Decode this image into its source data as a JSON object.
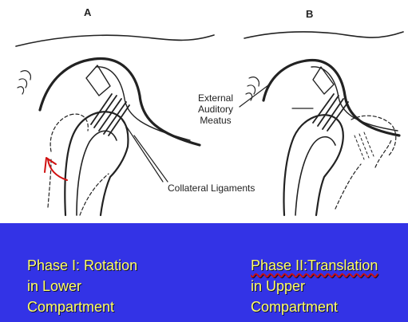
{
  "figure": {
    "panel_a_label": "A",
    "panel_b_label": "B",
    "external_auditory_meatus": [
      "External",
      "Auditory",
      "Meatus"
    ],
    "collateral_ligaments": "Collateral Ligaments"
  },
  "captions": {
    "phase1": [
      "Phase I: Rotation",
      "in Lower",
      "Compartment"
    ],
    "phase2": [
      "Phase II:Translation",
      "in Upper",
      "Compartment"
    ]
  },
  "colors": {
    "footer_background": "#3333e6",
    "caption_text": "#ffff66",
    "rotation_arrow": "#d01010",
    "line_art": "#222222"
  },
  "icons": {
    "rotation_arrow": "curved-arrow-icon"
  }
}
